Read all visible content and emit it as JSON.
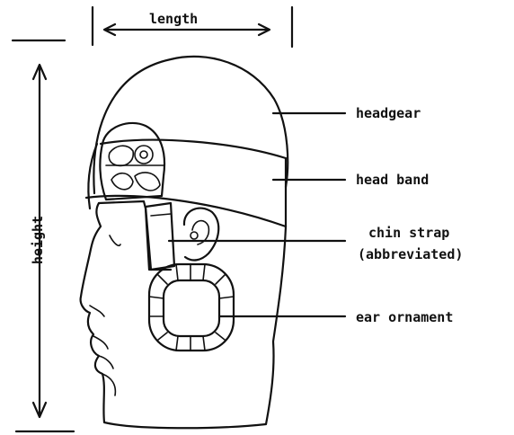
{
  "labels": {
    "length": "length",
    "height": "height",
    "headgear": "headgear",
    "head_band": "head band",
    "chin_strap_line1": "chin strap",
    "chin_strap_line2": "(abbreviated)",
    "ear_ornament": "ear ornament"
  }
}
